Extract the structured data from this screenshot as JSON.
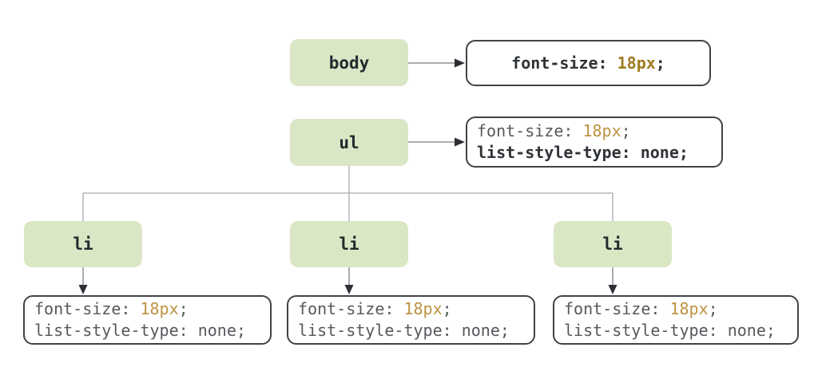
{
  "palette": {
    "node_fill": "#d9e7c5",
    "node_text": "#25292d",
    "note_border": "#3f4347",
    "code_gray": "#55585c",
    "code_dark_bold": "#2f3338",
    "code_gold_regular": "#bd9342",
    "code_gold_bold": "#9e7a20",
    "tree_line": "#a6abb0",
    "arrow_line": "#8d9196",
    "arrowhead": "#2c3034"
  },
  "tree": {
    "nodes": [
      {
        "id": "body",
        "label": "body"
      },
      {
        "id": "ul",
        "label": "ul"
      },
      {
        "id": "li-1",
        "label": "li"
      },
      {
        "id": "li-2",
        "label": "li"
      },
      {
        "id": "li-3",
        "label": "li"
      }
    ]
  },
  "notes": {
    "body": {
      "line1": {
        "prop": "font-size: ",
        "value": "18px",
        "end": ";",
        "emphasis": "bold"
      }
    },
    "ul": {
      "line1": {
        "prop": "font-size: ",
        "value": "18px",
        "end": ";",
        "emphasis": "regular"
      },
      "line2": {
        "text": "list-style-type: none;",
        "emphasis": "bold"
      }
    },
    "li1": {
      "line1": {
        "prop": "font-size: ",
        "value": "18px",
        "end": ";",
        "emphasis": "regular"
      },
      "line2": {
        "text": "list-style-type: none;",
        "emphasis": "regular"
      }
    },
    "li2": {
      "line1": {
        "prop": "font-size: ",
        "value": "18px",
        "end": ";",
        "emphasis": "regular"
      },
      "line2": {
        "text": "list-style-type: none;",
        "emphasis": "regular"
      }
    },
    "li3": {
      "line1": {
        "prop": "font-size: ",
        "value": "18px",
        "end": ";",
        "emphasis": "regular"
      },
      "line2": {
        "text": "list-style-type: none;",
        "emphasis": "regular"
      }
    }
  }
}
